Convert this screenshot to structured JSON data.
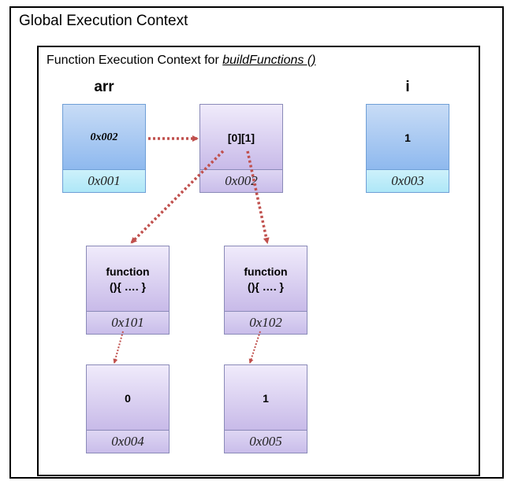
{
  "global_context": {
    "title": "Global Execution Context"
  },
  "function_context": {
    "title_prefix": "Function Execution Context for ",
    "function_name": "buildFunctions  ()"
  },
  "variables": {
    "arr": {
      "label": "arr",
      "value": "0x002",
      "address": "0x001"
    },
    "i": {
      "label": "i",
      "value": "1",
      "address": "0x003"
    }
  },
  "heap": {
    "array": {
      "value": "[0][1]",
      "address": "0x002"
    },
    "fn0": {
      "line1": "function",
      "line2": "(){ …. }",
      "address": "0x101"
    },
    "fn1": {
      "line1": "function",
      "line2": "(){ …. }",
      "address": "0x102"
    },
    "val0": {
      "value": "0",
      "address": "0x004"
    },
    "val1": {
      "value": "1",
      "address": "0x005"
    }
  },
  "colors": {
    "arrow": "#c0504d",
    "pointer_text": "#c00000"
  }
}
